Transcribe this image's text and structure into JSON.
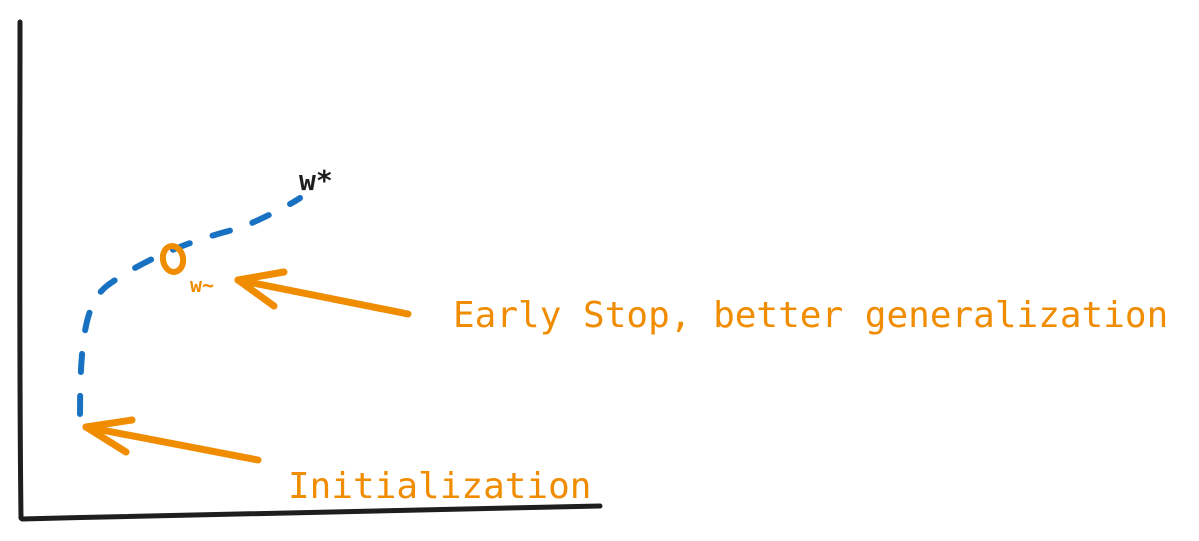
{
  "colors": {
    "axis": "#1e1e1e",
    "path": "#1971c2",
    "accent": "#f08c00",
    "optimum_label": "#1e1e1e"
  },
  "labels": {
    "optimum": "w*",
    "early_stop_point": "w~",
    "early_stop_annotation": "Early Stop, better generalization",
    "initialization_annotation": "Initialization"
  }
}
